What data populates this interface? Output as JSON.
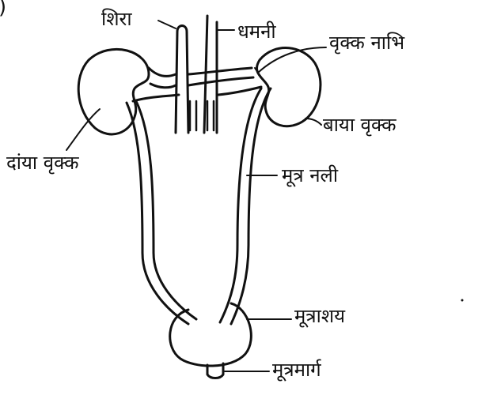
{
  "labels": {
    "vein": "शिरा",
    "artery": "धमनी",
    "renal_hilum": "वृक्क नाभि",
    "left_kidney": "बाया वृक्क",
    "right_kidney": "दांया वृक्क",
    "ureter": "मूत्र नली",
    "bladder": "मूत्राशय",
    "urethra": "मूत्रमार्ग"
  },
  "corner_mark": ")",
  "colors": {
    "ink": "#111111",
    "paper": "#ffffff"
  }
}
